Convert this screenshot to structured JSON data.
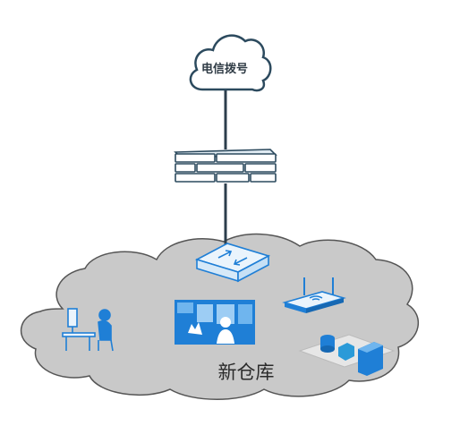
{
  "diagram": {
    "internet_label": "电信拨号",
    "site_label": "新仓库",
    "colors": {
      "outline": "#2c4a5e",
      "site_cloud_fill": "#c9c9c9",
      "site_cloud_stroke": "#555555",
      "device_blue": "#1f7fd6",
      "device_light": "#e6f2fb"
    },
    "nodes": [
      {
        "id": "internet",
        "kind": "cloud-icon"
      },
      {
        "id": "firewall",
        "kind": "firewall-icon"
      },
      {
        "id": "switch",
        "kind": "switch-icon"
      },
      {
        "id": "wireless-router",
        "kind": "wireless-router-icon"
      },
      {
        "id": "office-user",
        "kind": "workstation-icon"
      },
      {
        "id": "monitoring-room",
        "kind": "control-room-icon"
      },
      {
        "id": "server",
        "kind": "server-icon"
      }
    ],
    "links": [
      {
        "from": "internet",
        "to": "firewall"
      },
      {
        "from": "firewall",
        "to": "switch"
      }
    ]
  }
}
